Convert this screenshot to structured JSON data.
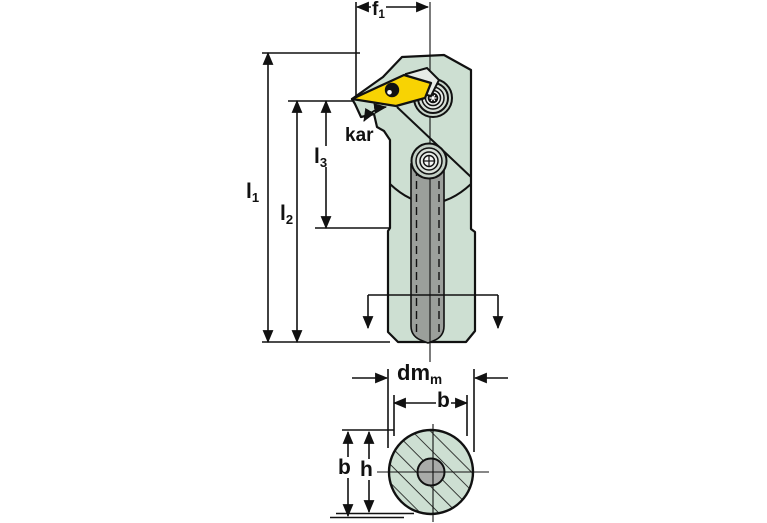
{
  "drawing": {
    "title": "tool-holder-dimension-drawing",
    "background": "#ffffff",
    "colors": {
      "body": "#cddfd2",
      "insert": "#f8d303",
      "slot": "#9b9f9b",
      "hole": "#a9aba9",
      "clamp": "#e7ebe7",
      "line": "#111111"
    },
    "dimension_labels": {
      "f1": {
        "text": "f",
        "sub": "1"
      },
      "kar": {
        "text": "kar",
        "sub": ""
      },
      "l1": {
        "text": "l",
        "sub": "1"
      },
      "l2": {
        "text": "l",
        "sub": "2"
      },
      "l3": {
        "text": "l",
        "sub": "3"
      },
      "dm_m": {
        "text": "dm",
        "sub": "m"
      },
      "b_width": {
        "text": "b",
        "sub": ""
      },
      "b_shank": {
        "text": "b",
        "sub": ""
      },
      "h_shank": {
        "text": "h",
        "sub": ""
      }
    }
  }
}
